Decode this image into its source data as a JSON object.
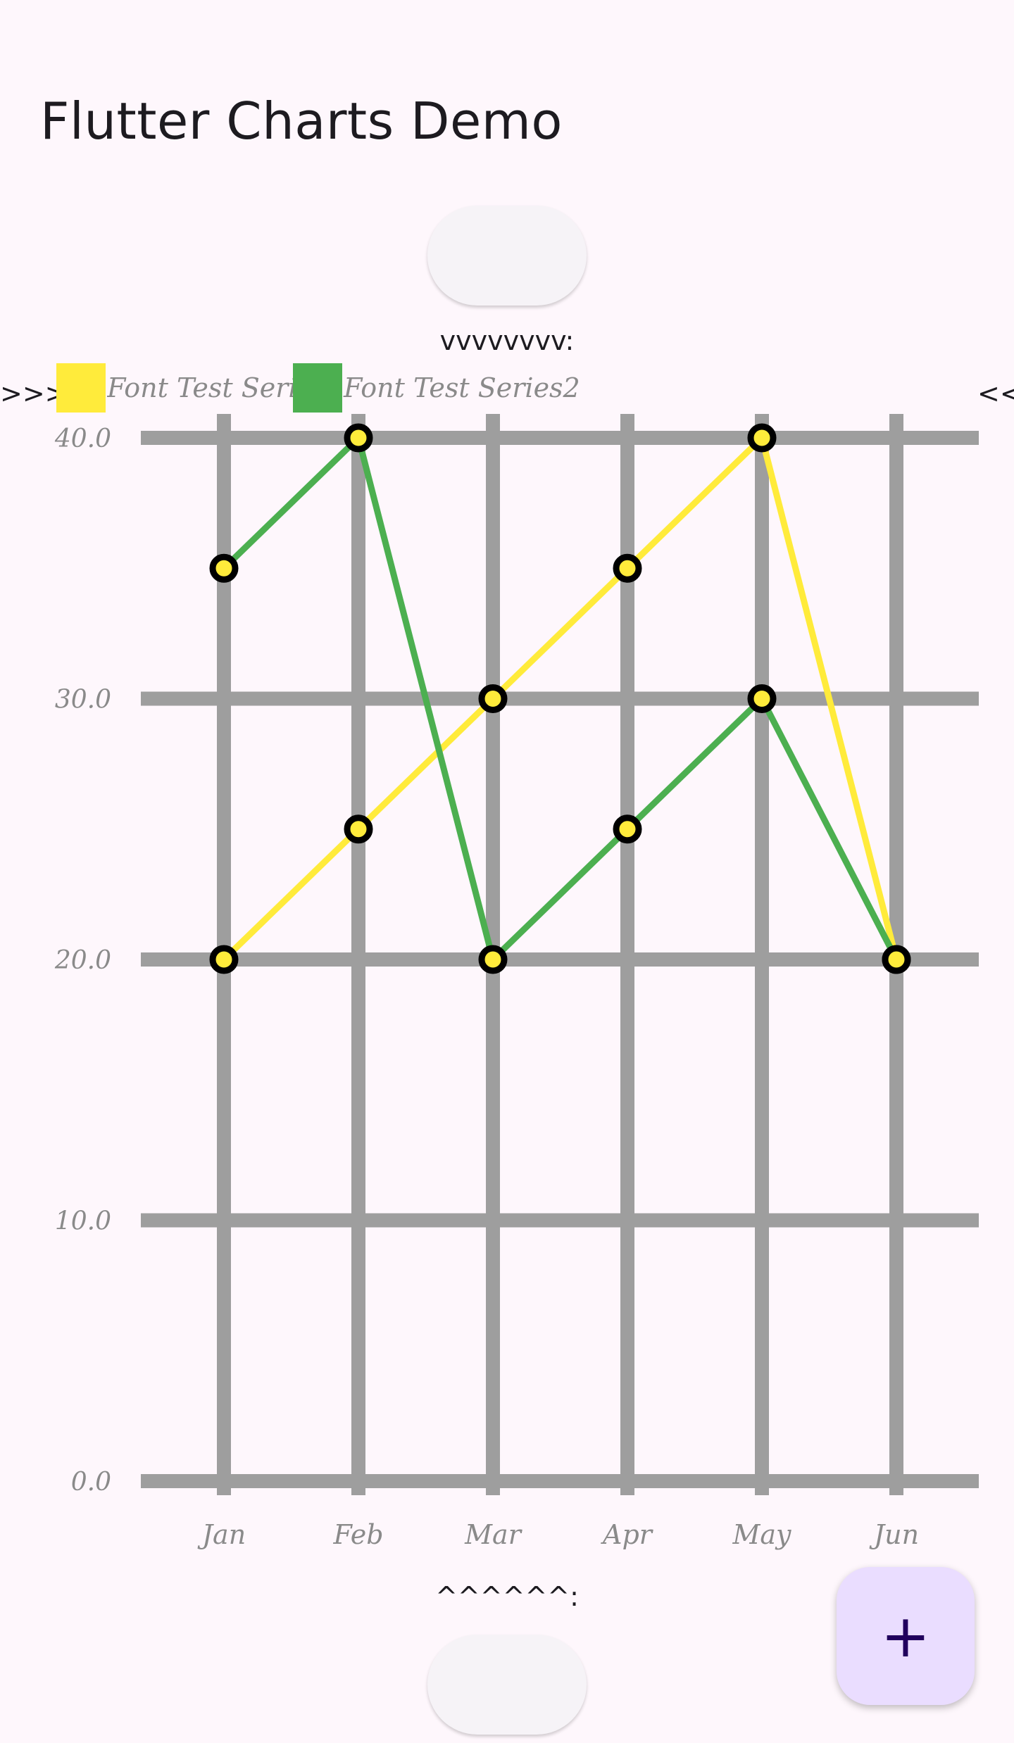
{
  "app": {
    "title": "Flutter Charts Demo"
  },
  "labels": {
    "top_marker": "vvvvvvvv:",
    "bottom_marker": "^^^^^^:",
    "left_marker": ">>>",
    "right_marker": "<<"
  },
  "fab": {
    "icon": "plus-icon",
    "symbol": "+"
  },
  "colors": {
    "series1": "#ffeb3b",
    "series2": "#4caf50",
    "grid": "#9e9e9e",
    "marker_fill": "#ffeb3b",
    "marker_stroke": "#000000",
    "fab_bg": "#eaddff"
  },
  "chart_data": {
    "type": "line",
    "categories": [
      "Jan",
      "Feb",
      "Mar",
      "Apr",
      "May",
      "Jun"
    ],
    "series": [
      {
        "name": "Font Test Series1",
        "values": [
          20,
          25,
          30,
          35,
          40,
          20
        ]
      },
      {
        "name": "Font Test Series2",
        "values": [
          35,
          40,
          20,
          25,
          30,
          20
        ]
      }
    ],
    "y_ticks": [
      "0.0",
      "10.0",
      "20.0",
      "30.0",
      "40.0"
    ],
    "ylim": [
      0,
      40
    ],
    "grid": true,
    "legend": "top-left"
  }
}
